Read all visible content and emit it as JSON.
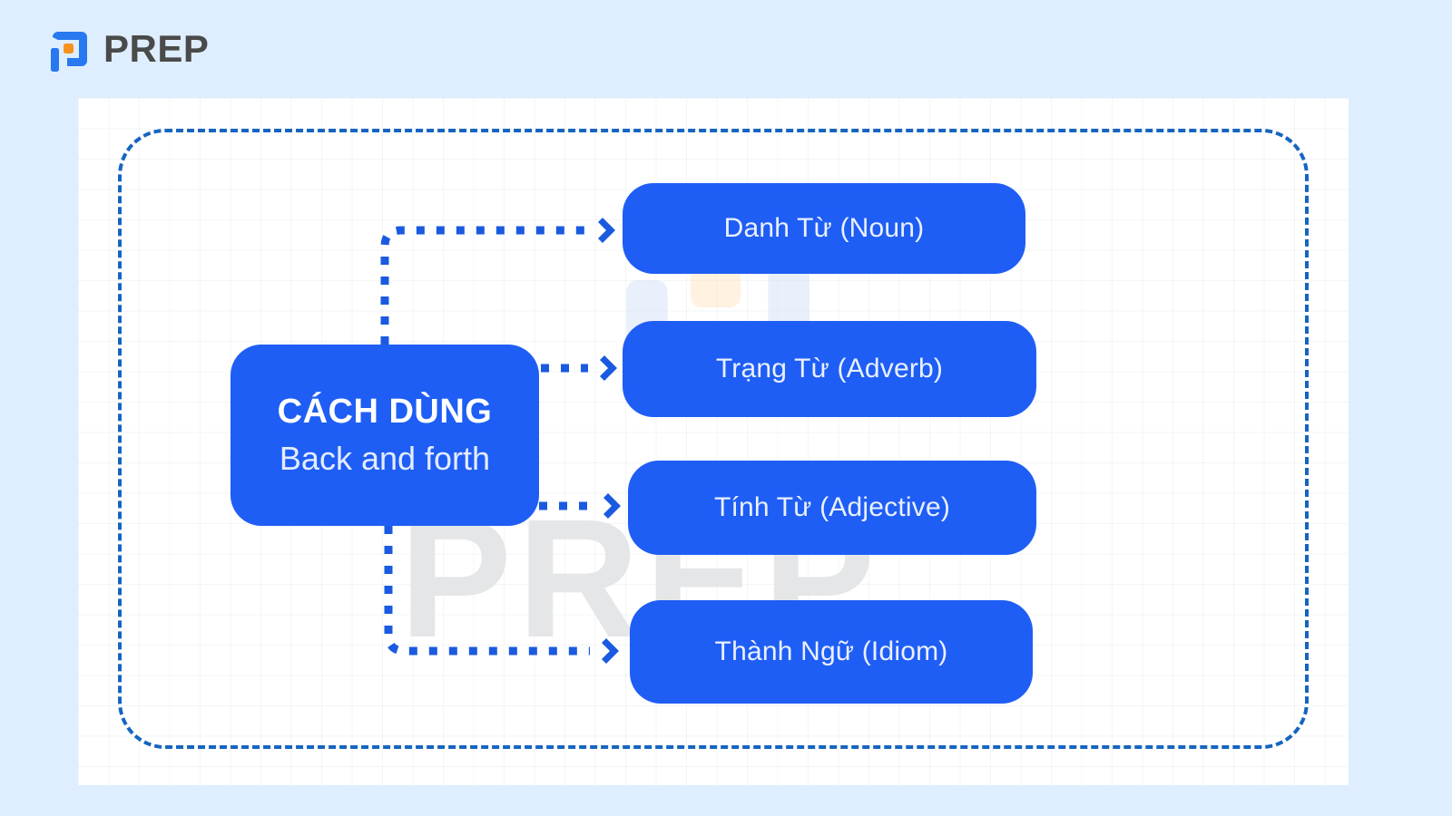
{
  "page": {
    "background_color": "#dfeeff",
    "card_background": "#ffffff",
    "accent_blue": "#1f5ef5",
    "frame_blue": "#1565c0",
    "connector_blue": "#1a5ae0",
    "watermark_color": "#e4e6e8",
    "logo_orange": "#f7921e"
  },
  "brand": {
    "name": "PREP",
    "mark_icon": "prep-logo-icon"
  },
  "watermark": {
    "text": "PREP",
    "logo_icon": "prep-logo-watermark-icon"
  },
  "diagram": {
    "type": "mind-map",
    "center": {
      "title": "CÁCH DÙNG",
      "subtitle": "Back and forth"
    },
    "branches": [
      {
        "label": "Danh Từ (Noun)"
      },
      {
        "label": "Trạng Từ (Adverb)"
      },
      {
        "label": "Tính Từ (Adjective)"
      },
      {
        "label": "Thành Ngữ (Idiom)"
      }
    ],
    "connector_style": "dotted-arrow"
  }
}
